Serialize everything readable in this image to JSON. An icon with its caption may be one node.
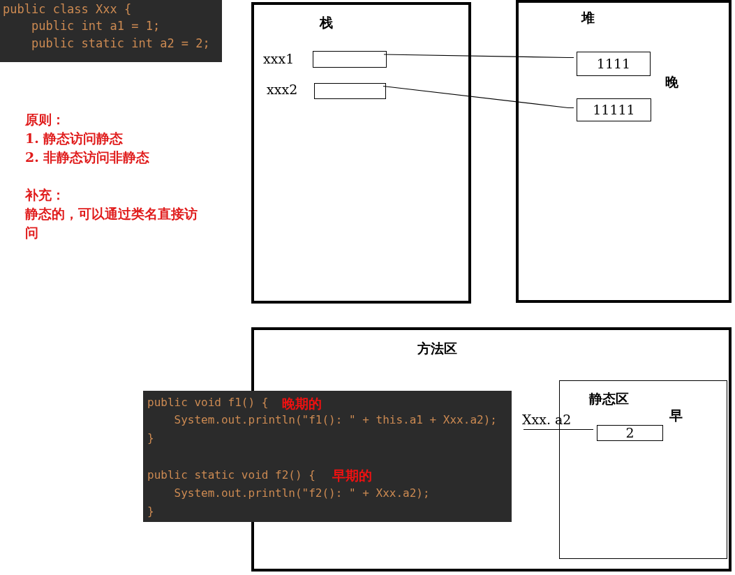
{
  "diagram": {
    "nodes": [
      {
        "text": [
          "栈"
        ]
      },
      {
        "text": [],
        "shape": "box",
        "beside": [
          "xxx1"
        ],
        "in": 0
      },
      {
        "text": [],
        "shape": "box",
        "beside": [
          "xxx2"
        ],
        "in": 0
      },
      {
        "text": [
          "堆",
          "晚"
        ]
      },
      {
        "text": [
          "1111"
        ],
        "in": 3
      },
      {
        "text": [
          "11111"
        ],
        "in": 3
      },
      {
        "text": [
          "方法区"
        ]
      },
      {
        "text": [
          "静态区",
          "早"
        ],
        "in": 6
      },
      {
        "text": [
          "2"
        ],
        "in": 7
      },
      {
        "text": [
          "Xxx. a2"
        ],
        "in": 6
      },
      {
        "text": [
          "public class Xxx {",
          "    public int a1 = 1;",
          "    public static int a2 = 2;"
        ]
      },
      {
        "text": [
          "public void f1() {",
          "晚期的",
          "    System.out.println(\"f1(): \" + this.a1 + Xxx.a2);",
          "}",
          "public static void f2() {",
          "早期的",
          "    System.out.println(\"f2(): \" + Xxx.a2);",
          "}"
        ]
      }
    ],
    "edges": [
      {
        "from": 1,
        "to": 4,
        "arrow": "none"
      },
      {
        "from": 2,
        "to": 5,
        "arrow": "none"
      },
      {
        "from": 9,
        "to": 8,
        "arrow": "none"
      }
    ],
    "labels": [
      "原则：",
      "1.  静态访问静态",
      "2.  非静态访问非静态",
      "补充：",
      "静态的，可以通过类名直接访问"
    ]
  }
}
